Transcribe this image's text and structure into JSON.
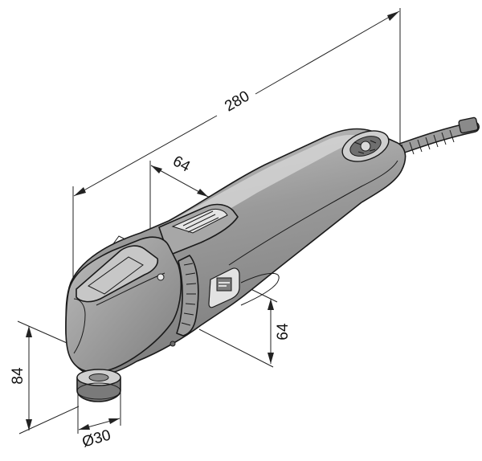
{
  "dimensions": {
    "overall_length": "280",
    "grip_width": "64",
    "body_height": "64",
    "head_height": "84",
    "spindle_diameter": "Ø30"
  },
  "colors": {
    "body_dark": "#8a8a8a",
    "body_light": "#bdbdbd",
    "body_highlight": "#d4d4d4",
    "line": "#1a1a1a"
  },
  "icons": {
    "brand_logo": "fein-logo-icon",
    "power_switch": "slide-switch-icon",
    "speed_dial": "speed-dial-icon",
    "power_cord": "power-cord-icon"
  }
}
